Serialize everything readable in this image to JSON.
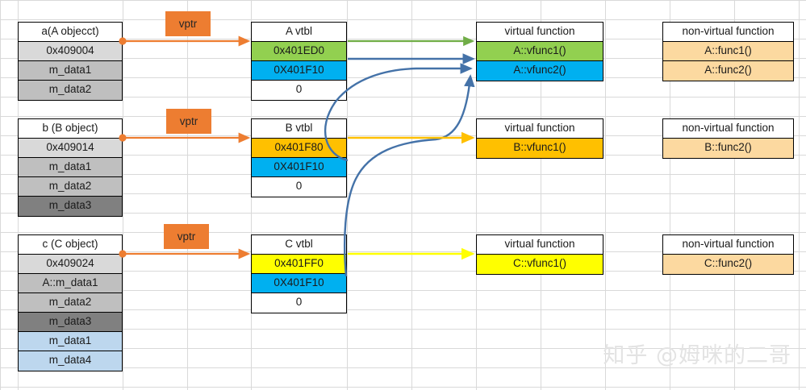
{
  "watermark": "知乎 @姆咪的二哥",
  "grid": {
    "vlines": [
      0,
      22,
      152,
      232,
      311,
      430,
      510,
      590,
      670,
      750,
      830,
      910,
      990
    ],
    "hlines": [
      0,
      24,
      48,
      72,
      96,
      120,
      144,
      168,
      192,
      216,
      240,
      264,
      288,
      312,
      336,
      360,
      384,
      408,
      432,
      456,
      480
    ]
  },
  "colors": {
    "orange_accent": "#ed7d31",
    "green": "#92d050",
    "cyan": "#00b0f0",
    "amber": "#ffc000",
    "yellow": "#ffff00",
    "tan": "#fcd9a0",
    "blue_arrow": "#4472a8",
    "gray_grid": "#d9d9d9"
  },
  "vptr_chips": [
    {
      "label": "vptr",
      "name": "vptr-chip-a"
    },
    {
      "label": "vptr",
      "name": "vptr-chip-b"
    },
    {
      "label": "vptr",
      "name": "vptr-chip-c"
    }
  ],
  "objects": [
    {
      "name": "object-a",
      "rows": [
        {
          "text": "a(A objecct)",
          "style": "hdr"
        },
        {
          "text": "0x409004",
          "style": "c-lgray"
        },
        {
          "text": "m_data1",
          "style": "c-gray"
        },
        {
          "text": "m_data2",
          "style": "c-gray"
        }
      ]
    },
    {
      "name": "object-b",
      "rows": [
        {
          "text": "b (B object)",
          "style": "hdr"
        },
        {
          "text": "0x409014",
          "style": "c-lgray"
        },
        {
          "text": "m_data1",
          "style": "c-gray"
        },
        {
          "text": "m_data2",
          "style": "c-gray"
        },
        {
          "text": "m_data3",
          "style": "c-dgray"
        }
      ]
    },
    {
      "name": "object-c",
      "rows": [
        {
          "text": "c (C object)",
          "style": "hdr"
        },
        {
          "text": "0x409024",
          "style": "c-lgray"
        },
        {
          "text": "A::m_data1",
          "style": "c-gray"
        },
        {
          "text": "m_data2",
          "style": "c-gray"
        },
        {
          "text": "m_data3",
          "style": "c-dgray"
        },
        {
          "text": "m_data1",
          "style": "c-blue-l"
        },
        {
          "text": "m_data4",
          "style": "c-blue-l"
        }
      ]
    }
  ],
  "vtables": [
    {
      "name": "vtbl-a",
      "rows": [
        {
          "text": "A vtbl",
          "style": "hdr"
        },
        {
          "text": "0x401ED0",
          "style": "c-green"
        },
        {
          "text": "0X401F10",
          "style": "c-cyan"
        },
        {
          "text": "0",
          "style": "c-white"
        }
      ]
    },
    {
      "name": "vtbl-b",
      "rows": [
        {
          "text": "B vtbl",
          "style": "hdr"
        },
        {
          "text": "0x401F80",
          "style": "c-orange"
        },
        {
          "text": "0X401F10",
          "style": "c-cyan"
        },
        {
          "text": "0",
          "style": "c-white"
        }
      ]
    },
    {
      "name": "vtbl-c",
      "rows": [
        {
          "text": "C vtbl",
          "style": "hdr"
        },
        {
          "text": "0x401FF0",
          "style": "c-yellow"
        },
        {
          "text": "0X401F10",
          "style": "c-cyan"
        },
        {
          "text": "0",
          "style": "c-white"
        }
      ]
    }
  ],
  "virtual_functions": [
    {
      "name": "vfunc-table-a",
      "rows": [
        {
          "text": "virtual function",
          "style": "hdr"
        },
        {
          "text": "A::vfunc1()",
          "style": "c-green"
        },
        {
          "text": "A::vfunc2()",
          "style": "c-cyan"
        }
      ]
    },
    {
      "name": "vfunc-table-b",
      "rows": [
        {
          "text": "virtual function",
          "style": "hdr"
        },
        {
          "text": "B::vfunc1()",
          "style": "c-orange"
        }
      ]
    },
    {
      "name": "vfunc-table-c",
      "rows": [
        {
          "text": "virtual function",
          "style": "hdr"
        },
        {
          "text": "C::vfunc1()",
          "style": "c-yellow"
        }
      ]
    }
  ],
  "non_virtual_functions": [
    {
      "name": "nonvfunc-table-a",
      "rows": [
        {
          "text": "non-virtual function",
          "style": "hdr"
        },
        {
          "text": "A::func1()",
          "style": "c-tan"
        },
        {
          "text": "A::func2()",
          "style": "c-tan"
        }
      ]
    },
    {
      "name": "nonvfunc-table-b",
      "rows": [
        {
          "text": "non-virtual function",
          "style": "hdr"
        },
        {
          "text": "B::func2()",
          "style": "c-tan"
        }
      ]
    },
    {
      "name": "nonvfunc-table-c",
      "rows": [
        {
          "text": "non-virtual function",
          "style": "hdr"
        },
        {
          "text": "C::func2()",
          "style": "c-tan"
        }
      ]
    }
  ]
}
